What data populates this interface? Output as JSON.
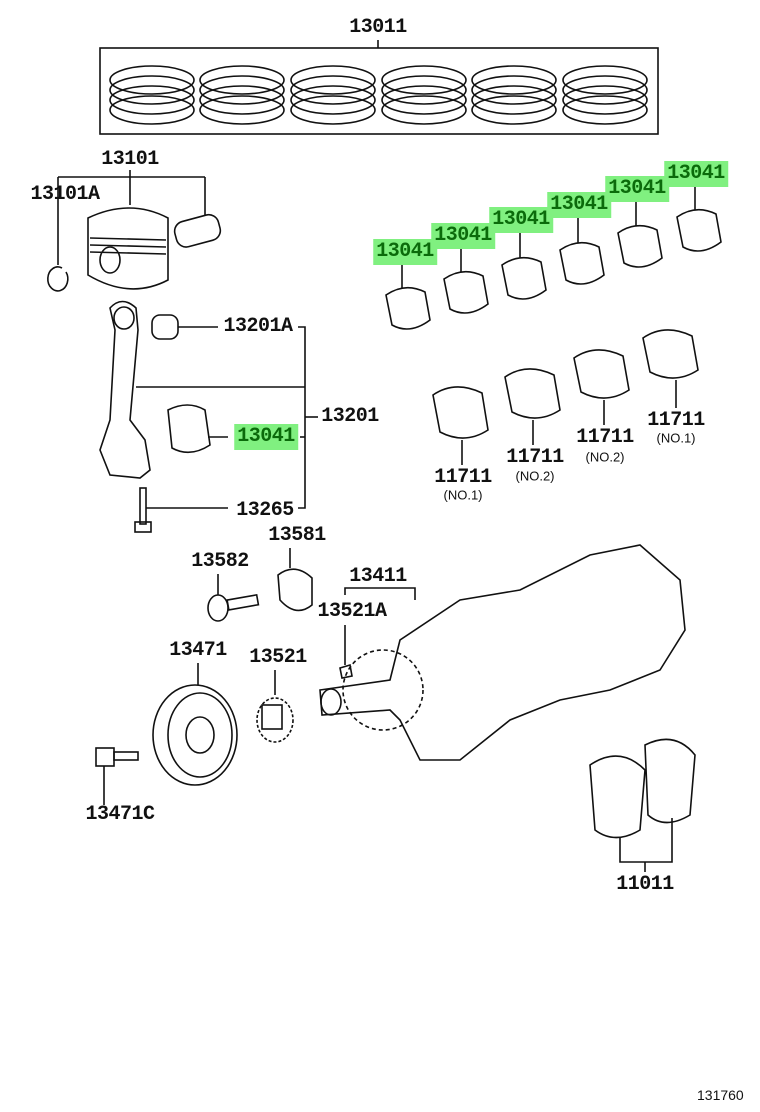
{
  "labels": {
    "piston_ring_set": "13011",
    "piston_sub_assy": "13101",
    "snap_ring": "13101A",
    "bushing": "13201A",
    "connecting_rod": "13201",
    "rod_bearing": "13041",
    "rod_bolt": "13265",
    "crank_pulley_washer": "13581",
    "pulley_set_bolt": "13582",
    "crankshaft": "13411",
    "crank_key": "13521A",
    "crank_pulley": "13471",
    "crank_timing_gear": "13521",
    "pulley_bolt": "13471C",
    "thrust_washer": "11011",
    "figure_number": "131760"
  },
  "upper_bearings": [
    "13041",
    "13041",
    "13041",
    "13041",
    "13041",
    "13041"
  ],
  "main_bearings": [
    {
      "part": "11711",
      "note": "(NO.1)"
    },
    {
      "part": "11711",
      "note": "(NO.2)"
    },
    {
      "part": "11711",
      "note": "(NO.2)"
    },
    {
      "part": "11711",
      "note": "(NO.1)"
    }
  ],
  "colors": {
    "highlight": "#80f080",
    "highlight_text": "#0b6b0b",
    "line": "#111111"
  }
}
